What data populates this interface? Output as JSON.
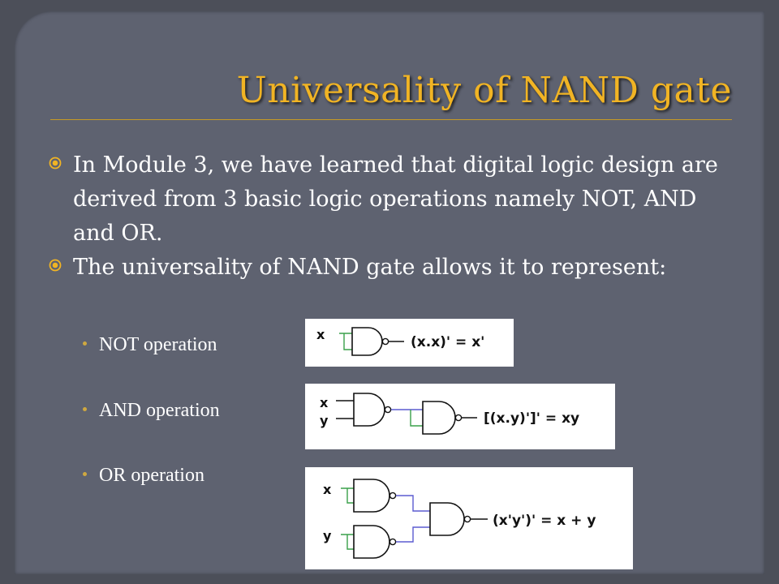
{
  "slide": {
    "title": "Universality of NAND gate",
    "bullets": [
      "In Module 3, we have learned that digital logic design are derived from 3 basic logic operations namely NOT, AND and OR.",
      "The universality of NAND gate allows it to represent:"
    ],
    "sub_bullets": [
      "NOT operation",
      "AND operation",
      "OR operation"
    ],
    "diagrams": {
      "not": {
        "input": "x",
        "expression": "(x.x)' = x'"
      },
      "and": {
        "inputs": [
          "x",
          "y"
        ],
        "expression": "[(x.y)']' = xy"
      },
      "or": {
        "inputs": [
          "x",
          "y"
        ],
        "expression": "(x'y')' = x + y"
      }
    },
    "colors": {
      "title": "#f1b424",
      "background": "#5e6270",
      "bullet_mark": "#f1b424",
      "wire_blue": "#5b5bd0",
      "wire_green": "#3aa04a"
    }
  }
}
